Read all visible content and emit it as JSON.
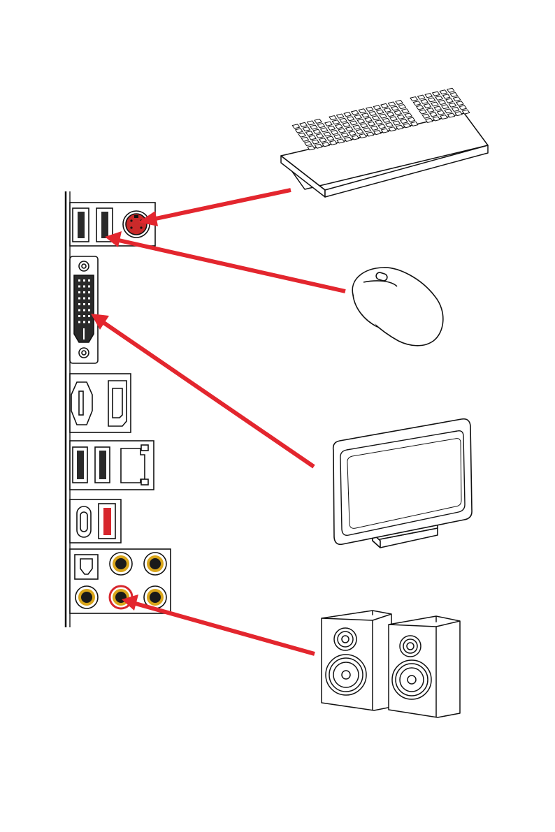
{
  "colors": {
    "arrow": "#e3262e",
    "ink": "#111111",
    "port_dark": "#2a2a2a",
    "audio_gold": "#d9a51a",
    "usb_red": "#d7262d",
    "ps2_red": "#c92a2a"
  },
  "io_panel": {
    "groups": [
      {
        "name": "usb-ps2-combo",
        "ports": [
          "usb-a",
          "usb-a",
          "ps2"
        ]
      },
      {
        "name": "dvi-d",
        "ports": [
          "dvi-d"
        ]
      },
      {
        "name": "video",
        "ports": [
          "hdmi",
          "displayport"
        ]
      },
      {
        "name": "usb-lan",
        "ports": [
          "usb-a",
          "usb-a",
          "rj45-lan"
        ]
      },
      {
        "name": "usb-c-usb-a",
        "ports": [
          "usb-c",
          "usb-a-red"
        ]
      },
      {
        "name": "audio",
        "ports": [
          "optical-spdif",
          "audio-jack",
          "audio-jack",
          "audio-jack",
          "audio-jack-line-out",
          "audio-jack"
        ]
      }
    ]
  },
  "connections": [
    {
      "device": "keyboard-icon",
      "port": "ps2"
    },
    {
      "device": "mouse-icon",
      "port": "usb-a"
    },
    {
      "device": "monitor-icon",
      "port": "dvi-d"
    },
    {
      "device": "speakers-icon",
      "port": "audio-line-out"
    }
  ],
  "devices": [
    "keyboard-icon",
    "mouse-icon",
    "monitor-icon",
    "speakers-icon"
  ]
}
